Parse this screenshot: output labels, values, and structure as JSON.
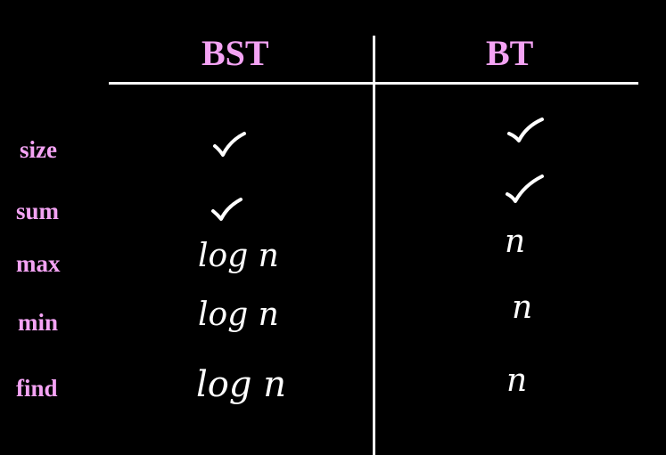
{
  "columns": {
    "left_header": "BST",
    "right_header": "BT"
  },
  "rows": [
    {
      "label": "size",
      "bst": "check",
      "bt": "check"
    },
    {
      "label": "sum",
      "bst": "check",
      "bt": "check"
    },
    {
      "label": "max",
      "bst": "log n",
      "bt": "n"
    },
    {
      "label": "min",
      "bst": "log n",
      "bt": "n"
    },
    {
      "label": "find",
      "bst": "log n",
      "bt": "n"
    }
  ],
  "colors": {
    "background": "#000000",
    "accent": "#f4a3f4",
    "ink": "#ffffff"
  }
}
